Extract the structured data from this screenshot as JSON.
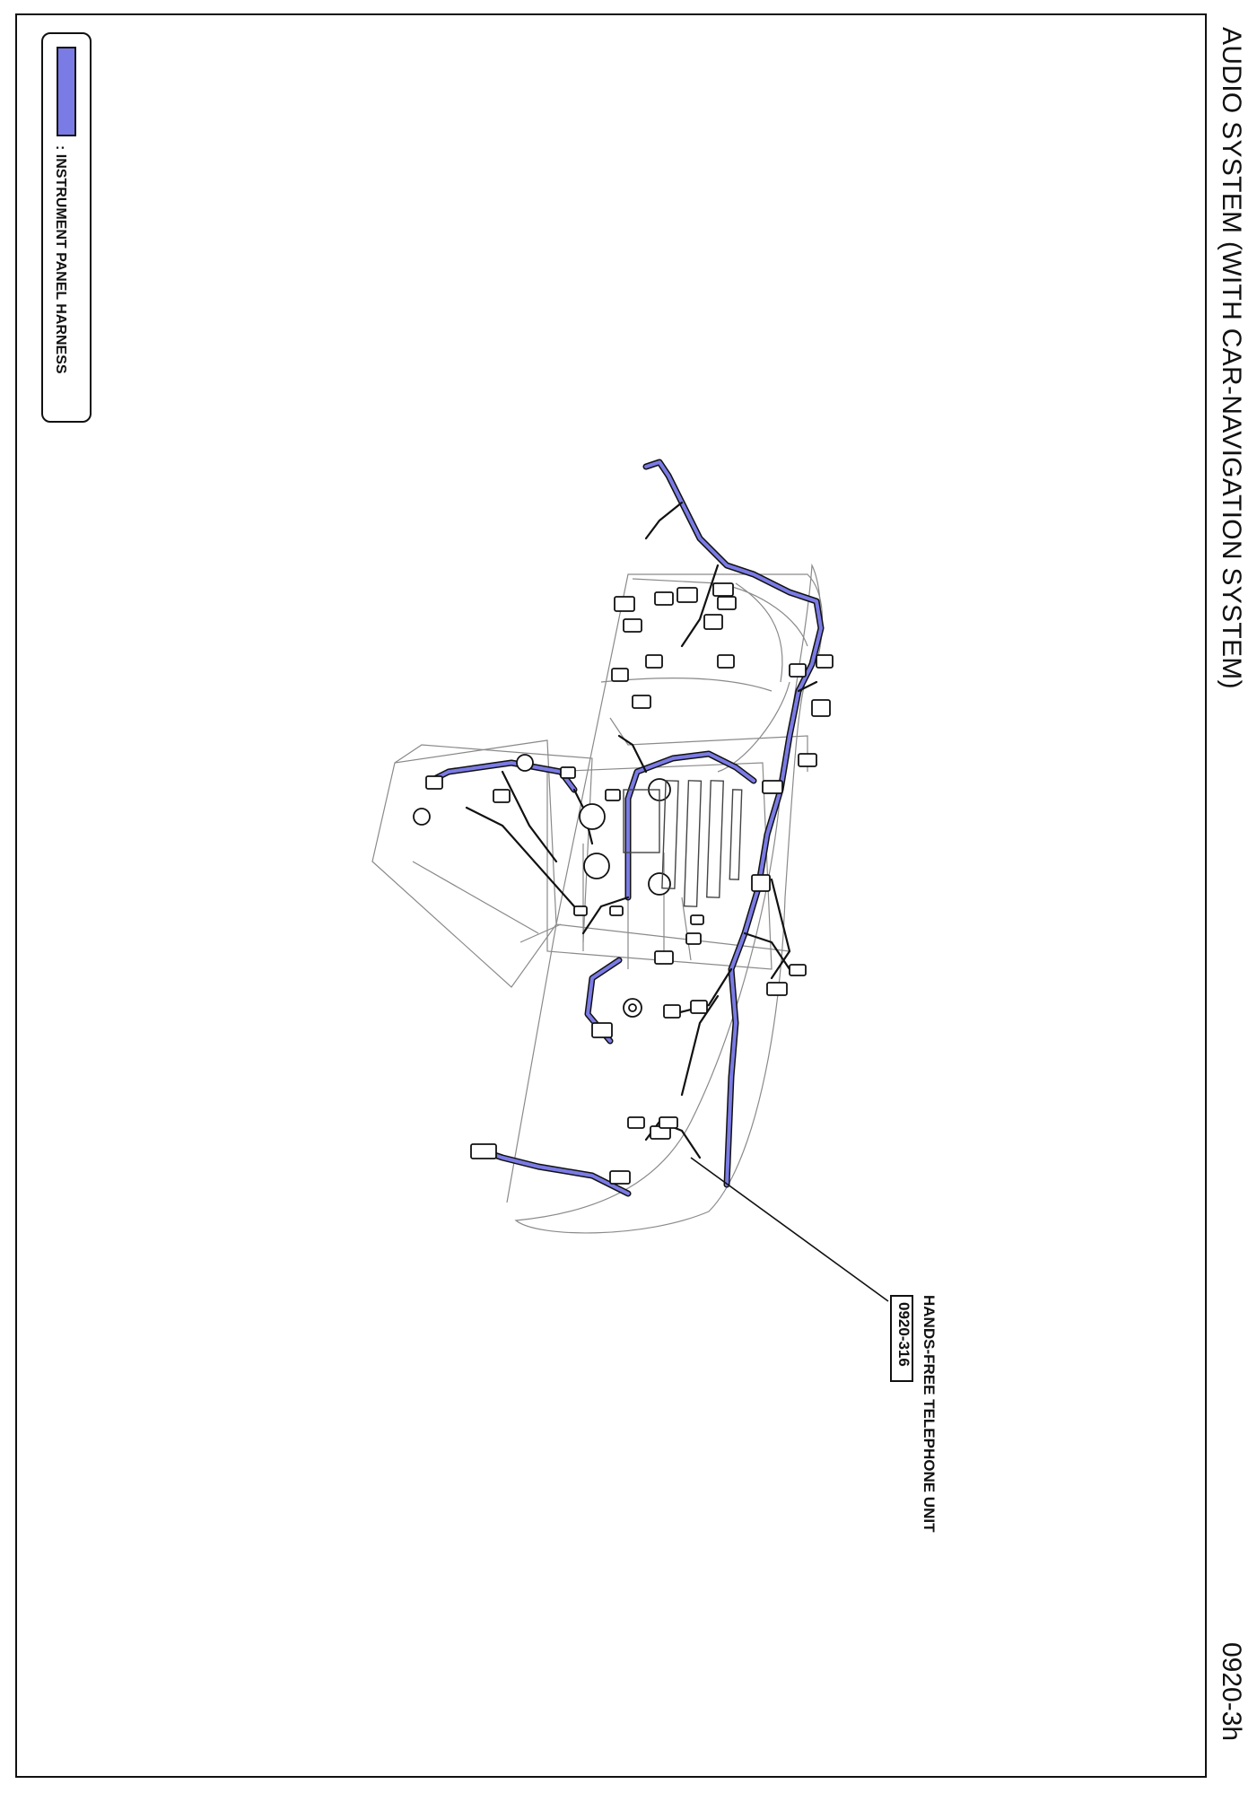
{
  "page": {
    "title": "AUDIO SYSTEM (WITH CAR-NAVIGATION SYSTEM)",
    "number": "0920-3h"
  },
  "legend": {
    "swatch_color": "#7b7be6",
    "label": ": INSTRUMENT PANEL HARNESS"
  },
  "component": {
    "name": "HANDS-FREE TELEPHONE UNIT",
    "code": "0920-316"
  },
  "colors": {
    "harness": "#7b7be6",
    "line": "#111111",
    "outline": "#8a8a8a"
  }
}
